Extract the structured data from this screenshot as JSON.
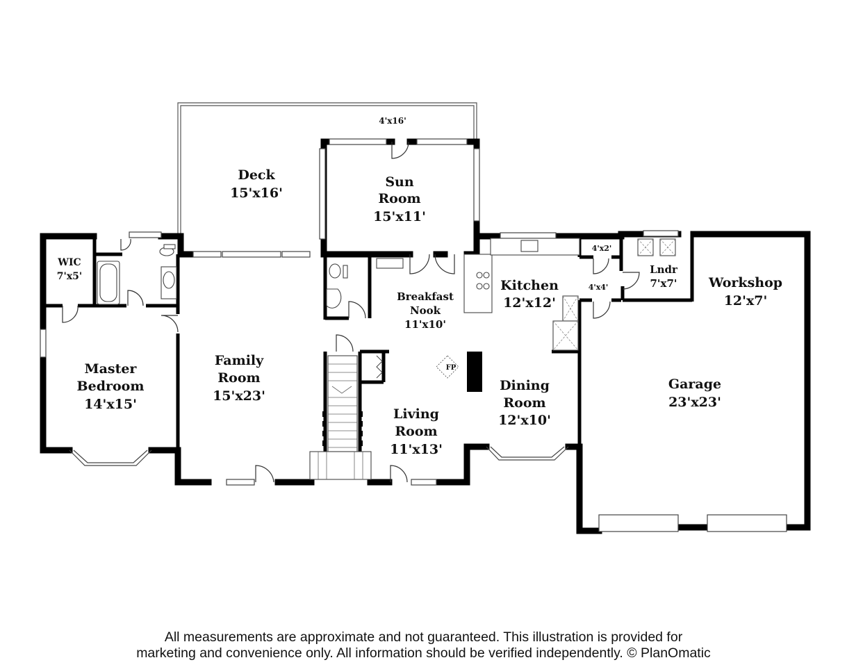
{
  "rooms": {
    "deck": {
      "name": "Deck",
      "size": "15'x16'"
    },
    "deck_ext": {
      "size": "4'x16'"
    },
    "sun": {
      "name1": "Sun",
      "name2": "Room",
      "size": "15'x11'"
    },
    "wic": {
      "name": "WIC",
      "size": "7'x5'"
    },
    "master": {
      "name1": "Master",
      "name2": "Bedroom",
      "size": "14'x15'"
    },
    "family": {
      "name1": "Family",
      "name2": "Room",
      "size": "15'x23'"
    },
    "breakfast": {
      "name1": "Breakfast",
      "name2": "Nook",
      "size": "11'x10'"
    },
    "kitchen": {
      "name": "Kitchen",
      "size": "12'x12'"
    },
    "closet1": {
      "size": "4'x2'"
    },
    "closet2": {
      "size": "4'x4'"
    },
    "laundry": {
      "name": "Lndr",
      "size": "7'x7'"
    },
    "workshop": {
      "name": "Workshop",
      "size": "12'x7'"
    },
    "living": {
      "name1": "Living",
      "name2": "Room",
      "size": "11'x13'"
    },
    "fireplace": {
      "label": "FP"
    },
    "dining": {
      "name1": "Dining",
      "name2": "Room",
      "size": "12'x10'"
    },
    "garage": {
      "name": "Garage",
      "size": "23'x23'"
    }
  },
  "disclaimer": {
    "line1": "All measurements are approximate and not guaranteed. This illustration is provided for",
    "line2": "marketing and convenience only. All information should be verified independently. © PlanOmatic"
  }
}
